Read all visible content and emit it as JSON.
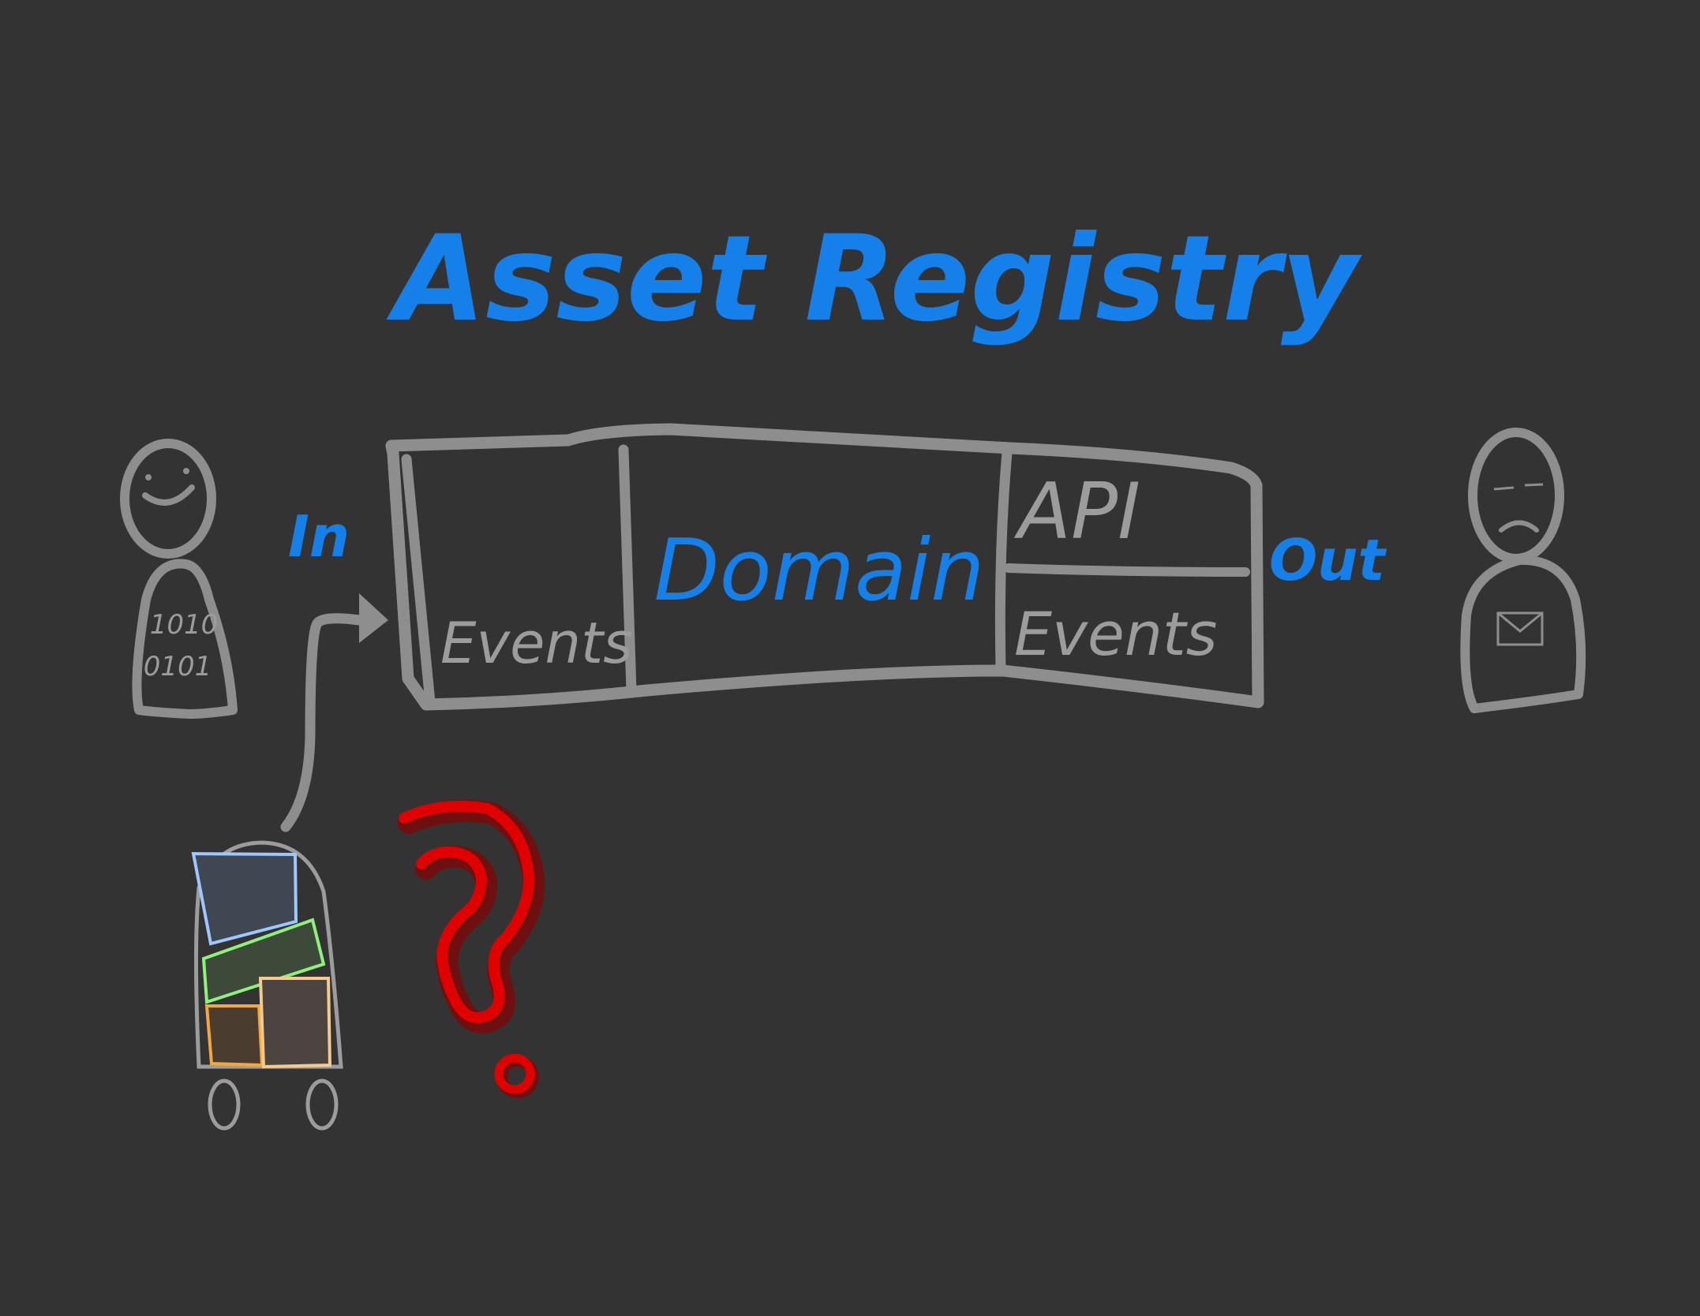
{
  "title": "Asset Registry",
  "labels": {
    "in": "In",
    "out": "Out"
  },
  "service": {
    "input_section": "Events",
    "domain_section": "Domain",
    "api_section": "API",
    "output_events_section": "Events"
  },
  "producer": {
    "binary_line1": "1010",
    "binary_line2": "0101"
  },
  "colors": {
    "background": "#333333",
    "title": "#1580ea",
    "outline": "#8e8e8e",
    "question_mark": "#e00000",
    "box_blue": "#9cc8ff",
    "box_green": "#8ef27a",
    "box_orange": "#f3a73c",
    "box_peach": "#f6c98f"
  },
  "icons": [
    "envelope-icon",
    "question-mark-icon",
    "smiley-face-icon",
    "frown-face-icon",
    "arrow-icon",
    "cart-icon"
  ]
}
